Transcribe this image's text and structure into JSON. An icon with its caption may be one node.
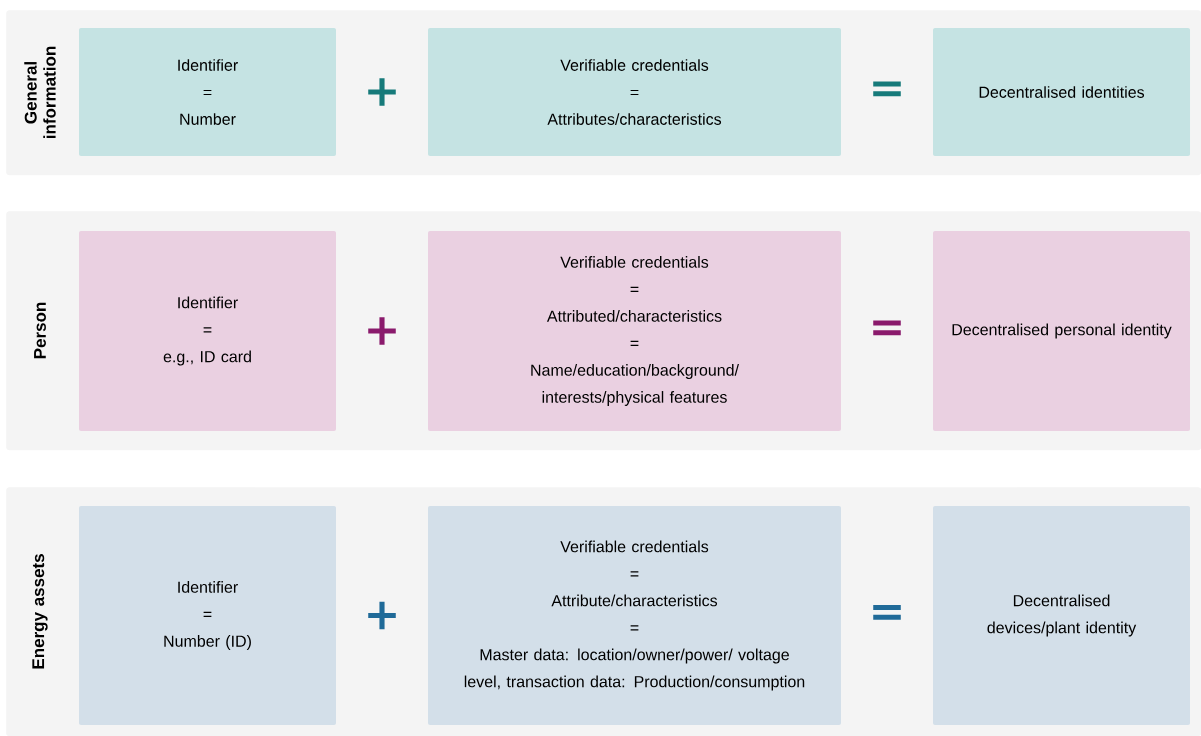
{
  "diagram": {
    "nodes": [
      {
        "text": [
          "General information"
        ]
      },
      {
        "text": [
          "Identifier",
          "=",
          "Number"
        ],
        "in": 0
      },
      {
        "text": [
          "Verifiable credentials",
          "=",
          "Attributes/characteristics"
        ],
        "in": 0
      },
      {
        "text": [
          "Decentralised identities"
        ],
        "in": 0
      },
      {
        "text": [
          "Person"
        ]
      },
      {
        "text": [
          "Identifier",
          "=",
          "e.g., ID card"
        ],
        "in": 4
      },
      {
        "text": [
          "Verifiable credentials",
          "=",
          "Attributed/characteristics",
          "=",
          "Name/education/background/ interests/physical features"
        ],
        "in": 4
      },
      {
        "text": [
          "Decentralised personal identity"
        ],
        "in": 4
      },
      {
        "text": [
          "Energy assets"
        ]
      },
      {
        "text": [
          "Identifier",
          "=",
          "Number (ID)"
        ],
        "in": 8
      },
      {
        "text": [
          "Verifiable credentials",
          "=",
          "Attribute/characteristics",
          "=",
          "Master data: location/owner/power/ voltage level, transaction data: Production/consumption"
        ],
        "in": 8
      },
      {
        "text": [
          "Decentralised devices/plant identity"
        ],
        "in": 8
      }
    ],
    "labels": [
      "+",
      "=",
      "+",
      "=",
      "+",
      "="
    ]
  }
}
